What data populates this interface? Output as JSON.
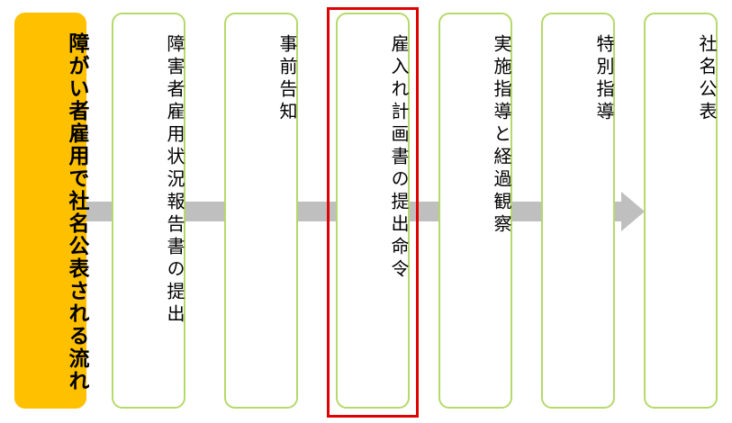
{
  "title": "障がい者雇用で社名公表される流れ",
  "steps": [
    {
      "label": "障害者雇用状況報告書の提出"
    },
    {
      "label": "事前告知"
    },
    {
      "label": "雇入れ計画書の提出命令"
    },
    {
      "label": "実施指導と経過観察"
    },
    {
      "label": "特別指導"
    },
    {
      "label": "社名公表"
    }
  ],
  "highlighted_step_index": 2,
  "colors": {
    "title_background": "#ffc000",
    "step_border": "#b5d96a",
    "arrow": "#bfbfbf",
    "highlight": "#e00000"
  }
}
